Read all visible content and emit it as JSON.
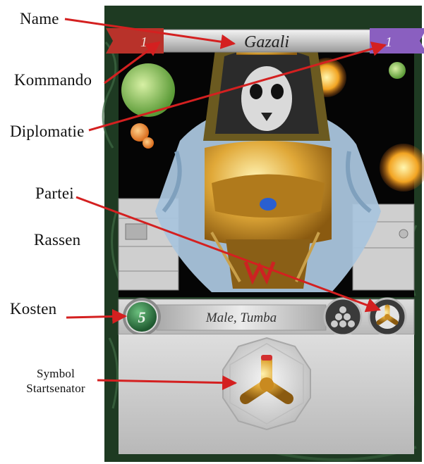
{
  "labels": {
    "name": "Name",
    "kommando": "Kommando",
    "diplomatie": "Diplomatie",
    "partei": "Partei",
    "rassen": "Rassen",
    "kosten": "Kosten",
    "symbol_line1": "Symbol",
    "symbol_line2": "Startsenator"
  },
  "card": {
    "name": "Gazali",
    "kommando_value": "1",
    "diplomatie_value": "1",
    "kosten_value": "5",
    "rassen_text": "Male, Tumba"
  },
  "colors": {
    "arrow": "#d42020",
    "kommando_flag": "#b8322a",
    "diplomatie_flag": "#8a5fc0",
    "cost_token": "#2f7a44",
    "marble": "#1e3a22"
  }
}
